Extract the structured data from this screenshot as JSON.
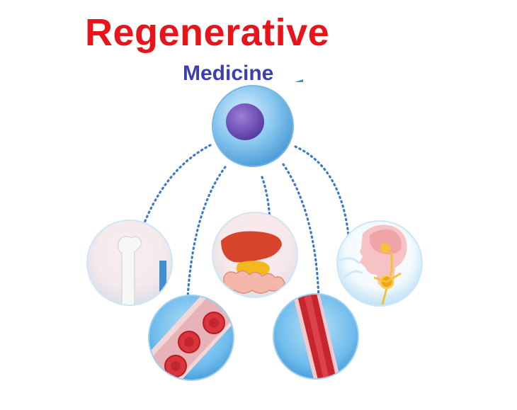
{
  "title": "Regenerative",
  "subtitle": "Medicine",
  "colors": {
    "title": "#e8141c",
    "subtitle": "#3b3fb3",
    "arrow": "#3f79c6",
    "stem_cell": "#6fb8ec",
    "nucleus": "#6a48b0"
  },
  "nodes": [
    {
      "id": "stem-cell",
      "icon": "stem-cell-icon"
    },
    {
      "id": "bone",
      "icon": "bone-icon"
    },
    {
      "id": "blood",
      "icon": "red-blood-cells-icon"
    },
    {
      "id": "organs",
      "icon": "liver-intestine-icon"
    },
    {
      "id": "muscle",
      "icon": "muscle-fiber-icon"
    },
    {
      "id": "brain",
      "icon": "brain-neuron-icon"
    }
  ]
}
